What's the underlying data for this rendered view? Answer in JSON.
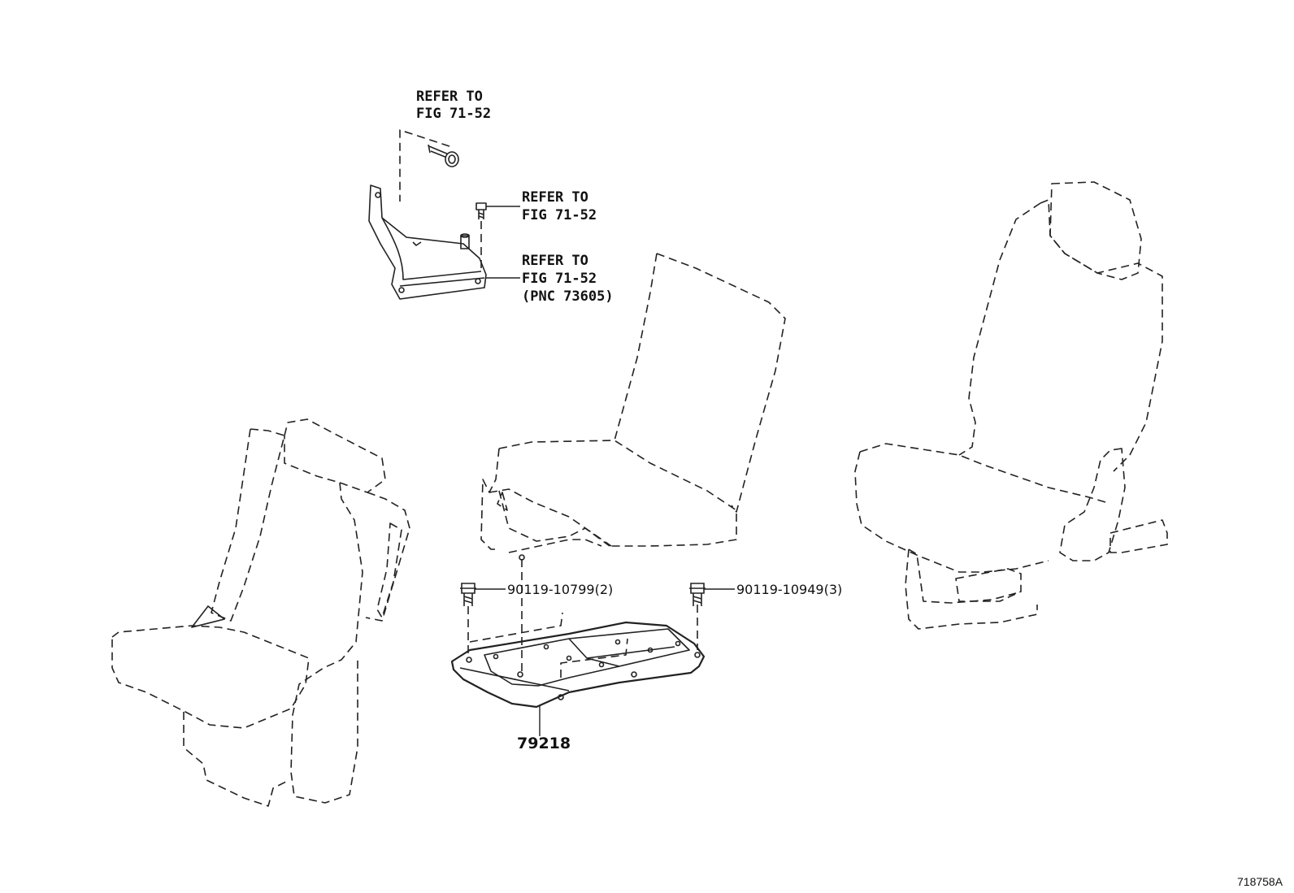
{
  "labels": {
    "refer_bolt": [
      "REFER TO",
      "FIG 71-52"
    ],
    "refer_screw": [
      "REFER TO",
      "FIG 71-52"
    ],
    "refer_bracket": [
      "REFER TO",
      "FIG 71-52",
      "(PNC 73605)"
    ],
    "bolt_left": "90119-10799(2)",
    "bolt_right": "90119-10949(3)",
    "tray_part": "79218",
    "diagram_code": "718758A"
  }
}
